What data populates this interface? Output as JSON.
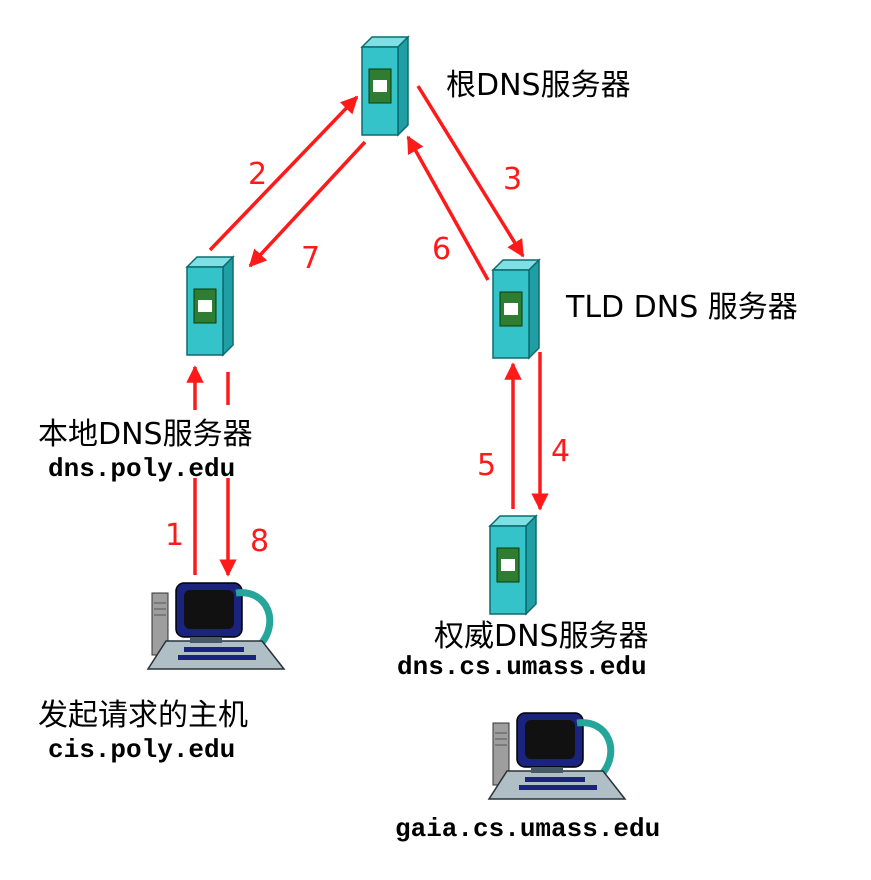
{
  "colors": {
    "arrow": "#ff1a1a",
    "server_front": "#33c3c8",
    "server_side": "#1f9ea3",
    "server_panel": "#2e7d32",
    "computer_monitor": "#1a237e",
    "computer_screen": "#111111",
    "computer_frame": "#26a69a"
  },
  "nodes": {
    "root": {
      "name": "根DNS服务器",
      "icon": "server-icon"
    },
    "tld": {
      "name": "TLD DNS 服务器",
      "icon": "server-icon"
    },
    "local": {
      "name": "本地DNS服务器",
      "host": "dns.poly.edu",
      "icon": "server-icon"
    },
    "authoritative": {
      "name": "权威DNS服务器",
      "host": "dns.cs.umass.edu",
      "icon": "server-icon"
    },
    "requester": {
      "name": "发起请求的主机",
      "host": "cis.poly.edu",
      "icon": "computer-icon"
    },
    "target": {
      "host": "gaia.cs.umass.edu",
      "icon": "computer-icon"
    }
  },
  "steps": [
    "1",
    "2",
    "3",
    "4",
    "5",
    "6",
    "7",
    "8"
  ]
}
